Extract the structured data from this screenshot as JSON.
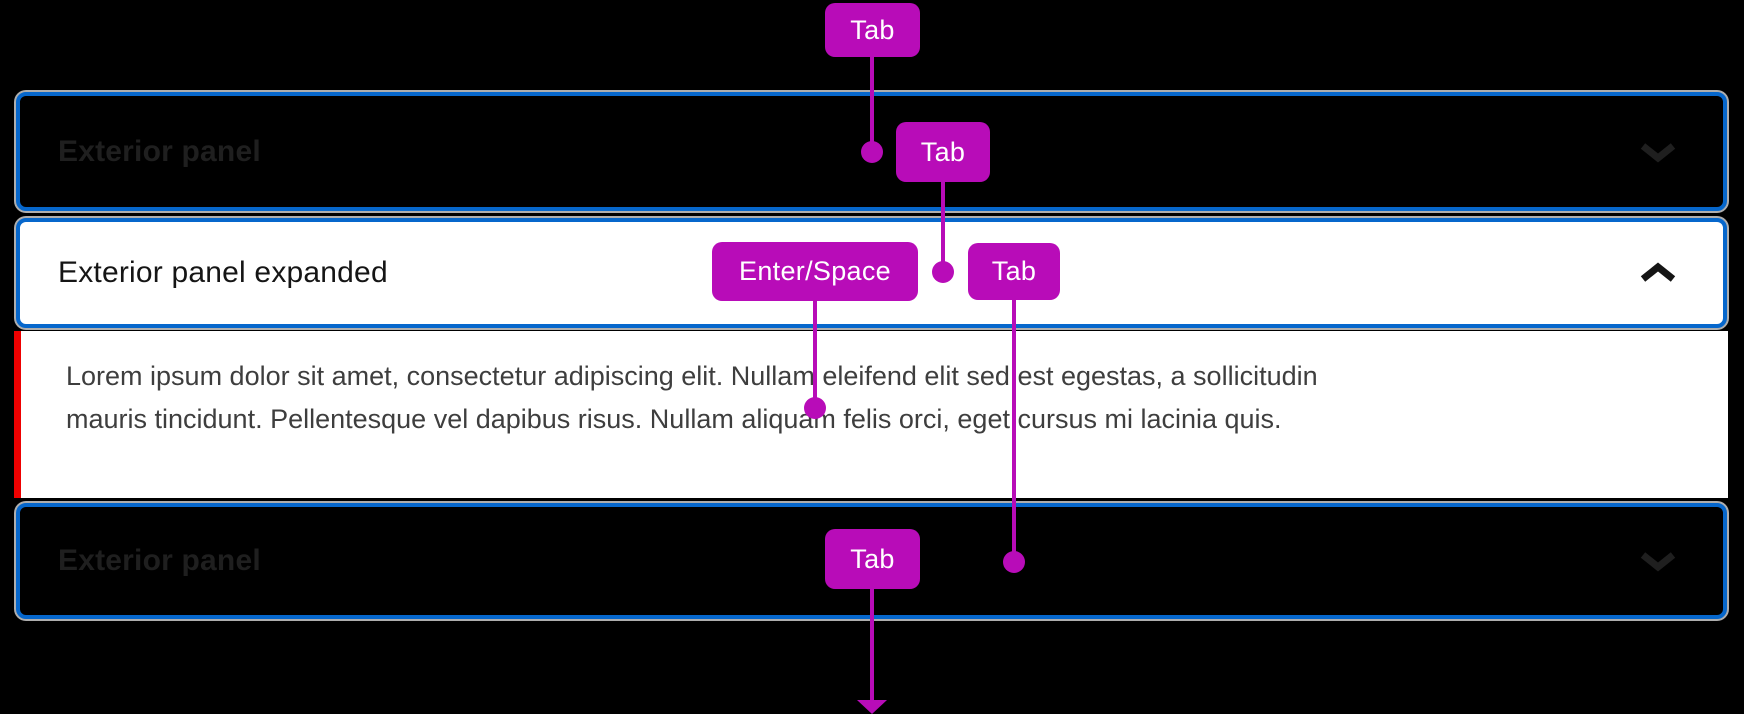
{
  "colors": {
    "background": "#000000",
    "focus-ring": "#0667CC",
    "key-badge": "#B80CB8",
    "danger-strip": "#EE0000",
    "panel-dark-text": "#1F1F1F",
    "panel-light-text": "#151515",
    "body-text": "#3E3E3E"
  },
  "accordion": {
    "panels": [
      {
        "title": "Exterior panel",
        "state": "collapsed",
        "chevron": "down"
      },
      {
        "title": "Exterior panel expanded",
        "state": "expanded",
        "chevron": "up"
      },
      {
        "title": "Exterior panel",
        "state": "collapsed",
        "chevron": "down"
      }
    ],
    "expanded_body": {
      "line1": "Lorem ipsum dolor sit amet, consectetur adipiscing elit. Nullam eleifend elit sed est egestas, a sollicitudin",
      "line2": "mauris tincidunt. Pellentesque vel dapibus risus. Nullam aliquam felis orci, eget cursus mi lacinia quis."
    }
  },
  "keyboard_annotations": [
    {
      "label": "Tab"
    },
    {
      "label": "Tab"
    },
    {
      "label": "Enter/Space"
    },
    {
      "label": "Tab"
    },
    {
      "label": "Tab"
    }
  ]
}
